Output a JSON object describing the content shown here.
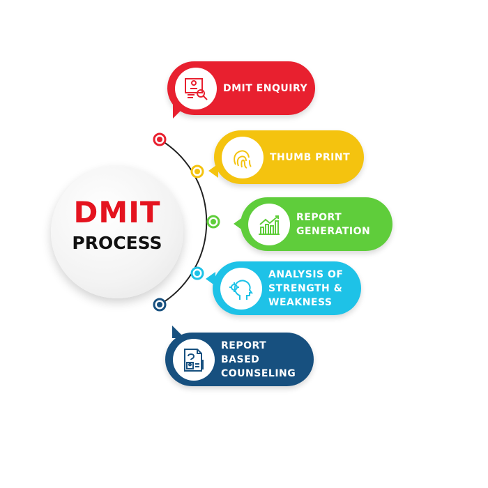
{
  "hub": {
    "line1": "DMIT",
    "line2": "PROCESS"
  },
  "steps": [
    {
      "lines": [
        "DMIT ENQUIRY"
      ],
      "icon": "enquiry-icon",
      "color": "#e8202f"
    },
    {
      "lines": [
        "THUMB PRINT"
      ],
      "icon": "fingerprint-icon",
      "color": "#f4c30f"
    },
    {
      "lines": [
        "REPORT",
        "GENERATION"
      ],
      "icon": "chart-growth-icon",
      "color": "#5fcd3b"
    },
    {
      "lines": [
        "ANALYSIS OF",
        "STRENGTH &",
        "WEAKNESS"
      ],
      "icon": "head-gear-icon",
      "color": "#1ec2e7"
    },
    {
      "lines": [
        "REPORT",
        "BASED",
        "COUNSELING"
      ],
      "icon": "report-document-icon",
      "color": "#17507f"
    }
  ]
}
